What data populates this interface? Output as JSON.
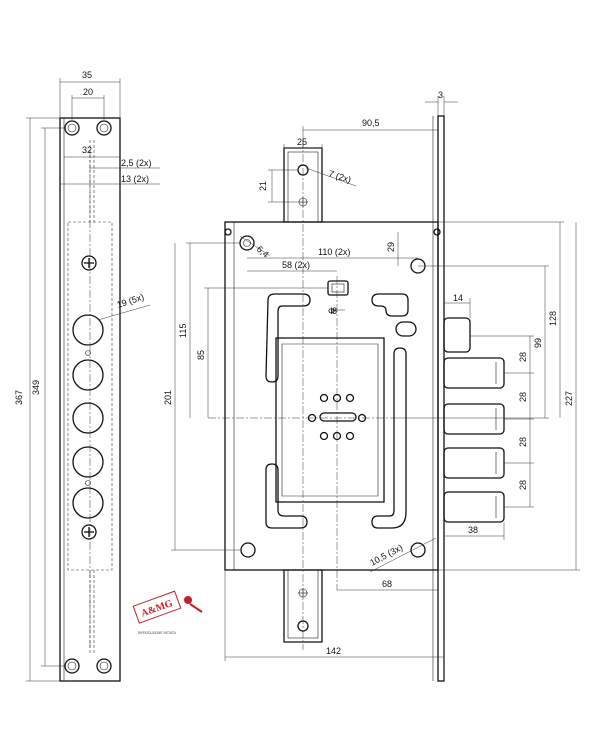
{
  "dimensions": {
    "faceplate_width": "35",
    "faceplate_hole_spacing": "20",
    "faceplate_offset": "32",
    "faceplate_slot": "2,5 (2x)",
    "faceplate_slot_w": "13 (2x)",
    "round_bolt_dia": "19 (5x)",
    "faceplate_total_height": "367",
    "faceplate_screw_height": "349",
    "backset": "90,5",
    "plate_thickness": "3",
    "keeper_width": "25",
    "keeper_height": "21",
    "keeper_hole": "7 (2x)",
    "top_hole": "6,4",
    "hole_spacing": "110 (2x)",
    "half_spacing": "58 (2x)",
    "top_hole_offset": "29",
    "spindle": "8",
    "spindle_height_115": "115",
    "spindle_height_85": "85",
    "total_height_201": "201",
    "latch_width": "14",
    "bolt_pitch_1": "28",
    "bolt_pitch_2": "28",
    "bolt_pitch_3": "28",
    "bolt_pitch_4": "28",
    "height_99": "99",
    "height_128": "128",
    "height_227": "227",
    "bolt_throw": "38",
    "fixing_holes": "10,5 (3x)",
    "distance_68": "68",
    "total_width": "142"
  },
  "logo": {
    "text": "A&MG",
    "tagline": "RIPRODUZIONE VIETATA"
  }
}
